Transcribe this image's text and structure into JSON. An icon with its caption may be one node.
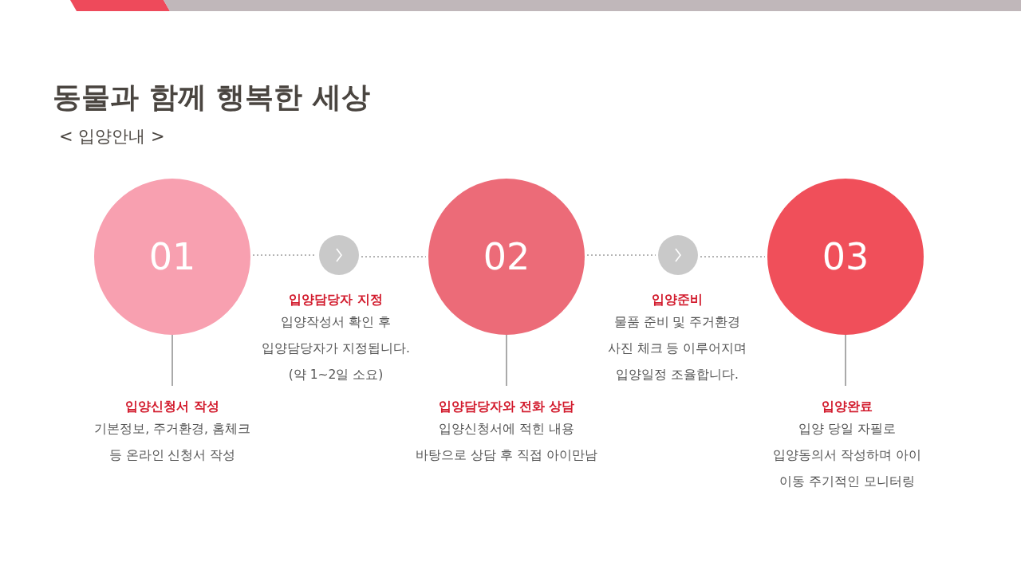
{
  "diagram": {
    "title": "동물과 함께 행복한 세상",
    "nodes": [
      {
        "text": [
          "01"
        ]
      },
      {
        "text": [],
        "shape": "circle",
        "beside": [
          "입양담당자 지정",
          "입양작성서 확인 후 입양담당자가 지정됩니다. (약 1~2일 소요)"
        ]
      },
      {
        "text": [
          "02"
        ]
      },
      {
        "text": [],
        "shape": "circle",
        "beside": [
          "입양준비",
          "물품 준비 및 주거환경 사진 체크 등 이루어지며 입양일정 조율합니다."
        ]
      },
      {
        "text": [
          "03"
        ]
      },
      {
        "text": [
          "입양신청서 작성",
          "기본정보, 주거환경,  홈체크 등 온라인 신청서 작성"
        ]
      },
      {
        "text": [
          "입양담당자와 전화 상담",
          "입양신청서에 적힌 내용 바탕으로 상담 후 직접 아이만남"
        ]
      },
      {
        "text": [
          "입양완료",
          "입양 당일 자필로 입양동의서 작성하며  아이 이동 주기적인 모니터링"
        ]
      }
    ],
    "edges": [
      {
        "from": 0,
        "to": 1,
        "arrow": "none",
        "style": "dashed"
      },
      {
        "from": 1,
        "to": 2,
        "arrow": "none",
        "style": "dashed"
      },
      {
        "from": 2,
        "to": 3,
        "arrow": "none",
        "style": "dashed"
      },
      {
        "from": 3,
        "to": 4,
        "arrow": "none",
        "style": "dashed"
      },
      {
        "from": 0,
        "to": 5,
        "arrow": "none"
      },
      {
        "from": 2,
        "to": 6,
        "arrow": "none"
      },
      {
        "from": 4,
        "to": 7,
        "arrow": "none"
      }
    ],
    "labels": [
      "< 입양안내 >"
    ]
  }
}
